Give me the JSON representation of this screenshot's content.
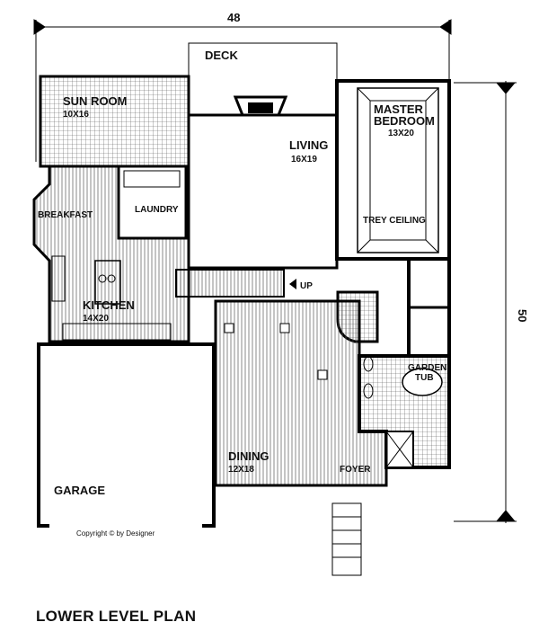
{
  "dimensions": {
    "width": "48",
    "depth": "50"
  },
  "rooms": {
    "deck": {
      "name": "DECK"
    },
    "sun_room": {
      "name": "SUN ROOM",
      "size": "10X16"
    },
    "master_bedroom": {
      "name_line1": "MASTER",
      "name_line2": "BEDROOM",
      "size": "13X20",
      "ceiling": "TREY CEILING"
    },
    "living": {
      "name": "LIVING",
      "size": "16X19"
    },
    "breakfast": {
      "name": "BREAKFAST"
    },
    "laundry": {
      "name": "LAUNDRY"
    },
    "kitchen": {
      "name": "KITCHEN",
      "size": "14X20"
    },
    "garden_tub": {
      "name_line1": "GARDEN",
      "name_line2": "TUB"
    },
    "dining": {
      "name": "DINING",
      "size": "12X18"
    },
    "foyer": {
      "name": "FOYER"
    },
    "garage": {
      "name": "GARAGE"
    }
  },
  "stairs": {
    "label": "UP"
  },
  "copyright": "Copyright © by Designer",
  "plan_title": "LOWER LEVEL PLAN"
}
